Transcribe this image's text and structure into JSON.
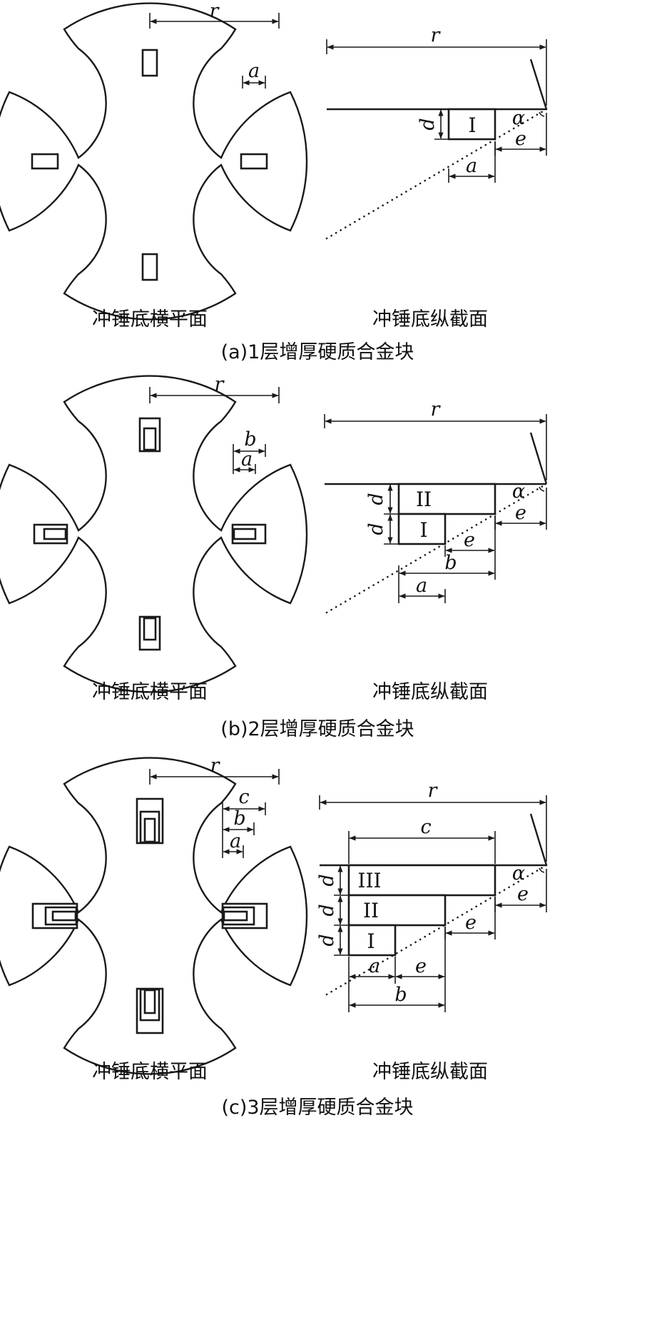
{
  "panels": [
    {
      "id": "a",
      "title": "(a)1层增厚硬质合金块",
      "plan_caption": "冲锤底横平面",
      "section_caption": "冲锤底纵截面",
      "plan_dim_labels": {
        "r": "r",
        "a": "a"
      },
      "section_dim_labels": {
        "r": "r",
        "d": "d",
        "alpha": "α",
        "e": "e",
        "a": "a"
      },
      "layer_labels": [
        "I"
      ]
    },
    {
      "id": "b",
      "title": "(b)2层增厚硬质合金块",
      "plan_caption": "冲锤底横平面",
      "section_caption": "冲锤底纵截面",
      "plan_dim_labels": {
        "r": "r",
        "b": "b",
        "a": "a"
      },
      "section_dim_labels": {
        "r": "r",
        "d1": "d",
        "d2": "d",
        "alpha": "α",
        "e1": "e",
        "e2": "e",
        "b": "b",
        "a": "a"
      },
      "layer_labels": [
        "II",
        "I"
      ]
    },
    {
      "id": "c",
      "title": "(c)3层增厚硬质合金块",
      "plan_caption": "冲锤底横平面",
      "section_caption": "冲锤底纵截面",
      "plan_dim_labels": {
        "r": "r",
        "c": "c",
        "b": "b",
        "a": "a"
      },
      "section_dim_labels": {
        "r": "r",
        "c": "c",
        "d1": "d",
        "d2": "d",
        "d3": "d",
        "alpha": "α",
        "e1": "e",
        "e2": "e",
        "e3": "e",
        "a": "a",
        "b": "b"
      },
      "layer_labels": [
        "III",
        "II",
        "I"
      ]
    }
  ]
}
